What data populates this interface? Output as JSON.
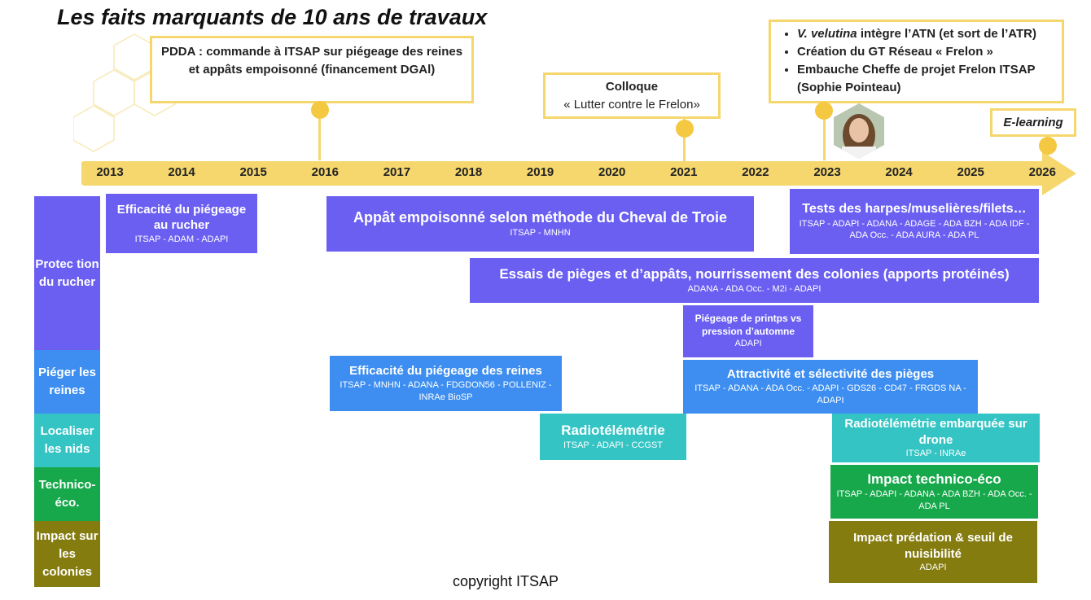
{
  "title": "Les faits marquants de 10 ans de travaux",
  "years": [
    "2013",
    "2014",
    "2015",
    "2016",
    "2017",
    "2018",
    "2019",
    "2020",
    "2021",
    "2022",
    "2023",
    "2024",
    "2025",
    "2026"
  ],
  "milestones": {
    "pdda": "PDDA : commande à ITSAP sur piégeage des reines et appâts empoisonné (financement DGAl)",
    "colloque_title": "Colloque",
    "colloque_sub": "« Lutter contre le Frelon»",
    "atn_italic": "V. velutina",
    "atn_rest": " intègre l’ATN (et sort de l’ATR)",
    "gt": "Création du GT Réseau « Frelon »",
    "embauche": "Embauche Cheffe de projet Frelon ITSAP (Sophie Pointeau)",
    "elearning": "E-learning"
  },
  "categories": {
    "protection": "Protec tion du rucher",
    "pieger": "Piéger les reines",
    "localiser": "Localiser les nids",
    "technico": "Technico-éco.",
    "impact": "Impact sur les colonies"
  },
  "boxes": {
    "efficacite_rucher": {
      "title": "Efficacité du piégeage au rucher",
      "sub": "ITSAP - ADAM - ADAPI"
    },
    "cheval_troie": {
      "title": "Appât empoisonné selon méthode du Cheval de Troie",
      "sub": "ITSAP - MNHN"
    },
    "tests_harpes": {
      "title": "Tests des harpes/muselières/filets…",
      "sub": "ITSAP - ADAPI - ADANA - ADAGE - ADA BZH - ADA IDF - ADA Occ. - ADA AURA - ADA PL"
    },
    "essais_pieges": {
      "title": "Essais de pièges et d’appâts, nourrissement des colonies (apports protéinés)",
      "sub": "ADANA - ADA Occ. - M2i - ADAPI"
    },
    "piegeage_printemps": {
      "title": "Piégeage de printps vs pression d’automne",
      "sub": "ADAPI"
    },
    "efficacite_reines": {
      "title": "Efficacité du piégeage des reines",
      "sub": "ITSAP - MNHN - ADANA - FDGDON56 - POLLENIZ - INRAe BioSP"
    },
    "attractivite": {
      "title": "Attractivité et sélectivité des pièges",
      "sub": "ITSAP - ADANA - ADA Occ. - ADAPI - GDS26 - CD47 - FRGDS NA - ADAPI"
    },
    "radiotelemetrie": {
      "title": "Radiotélémétrie",
      "sub": "ITSAP - ADAPI - CCGST"
    },
    "radiotelemetrie_drone": {
      "title": "Radiotélémétrie embarquée sur drone",
      "sub": "ITSAP - INRAe"
    },
    "impact_technico": {
      "title": "Impact technico-éco",
      "sub": "ITSAP - ADAPI - ADANA - ADA BZH - ADA Occ. - ADA PL"
    },
    "impact_predation": {
      "title": "Impact prédation & seuil de nuisibilité",
      "sub": "ADAPI"
    }
  },
  "copyright": "copyright ITSAP",
  "colors": {
    "timeline": "#f5d76e",
    "violet": "#6b5ff2",
    "blue": "#3d8ef0",
    "teal": "#35c4c4",
    "green": "#16a84a",
    "olive": "#857c10"
  }
}
